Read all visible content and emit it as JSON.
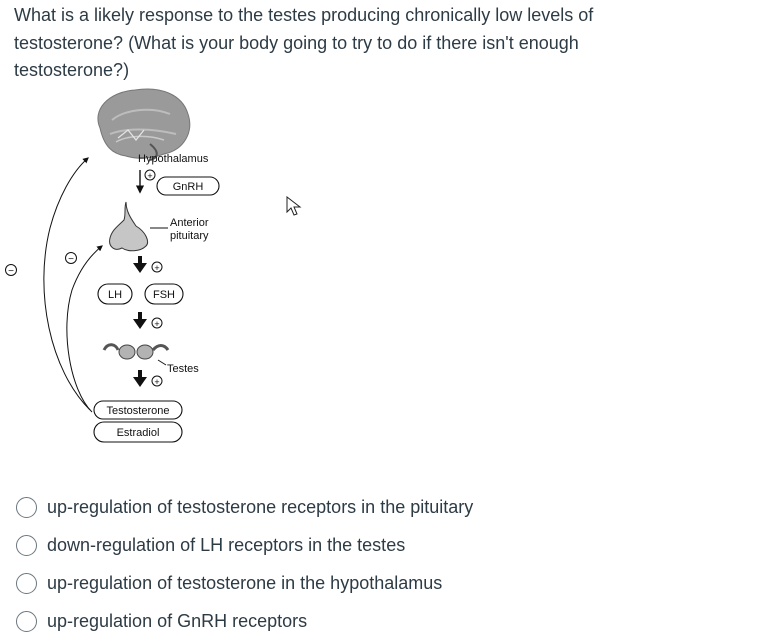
{
  "question": {
    "text": "What is a likely response to the testes producing chronically low levels of testosterone?  (What is your body going to try to do if there isn't enough testosterone?)"
  },
  "diagram": {
    "labels": {
      "hypothalamus": "Hypothalamus",
      "gnrh": "GnRH",
      "anterior": "Anterior",
      "pituitary": "pituitary",
      "lh": "LH",
      "fsh": "FSH",
      "testes": "Testes",
      "testosterone": "Testosterone",
      "estradiol": "Estradiol",
      "plus": "+",
      "minus": "−"
    }
  },
  "answers": {
    "options": [
      {
        "label": "up-regulation of testosterone receptors in the pituitary",
        "selected": false
      },
      {
        "label": "down-regulation of LH receptors in the testes",
        "selected": false
      },
      {
        "label": "up-regulation of testosterone in the hypothalamus",
        "selected": false
      },
      {
        "label": "up-regulation of GnRH receptors",
        "selected": false
      }
    ]
  },
  "icons": {
    "cursor": "mouse-pointer-icon"
  }
}
